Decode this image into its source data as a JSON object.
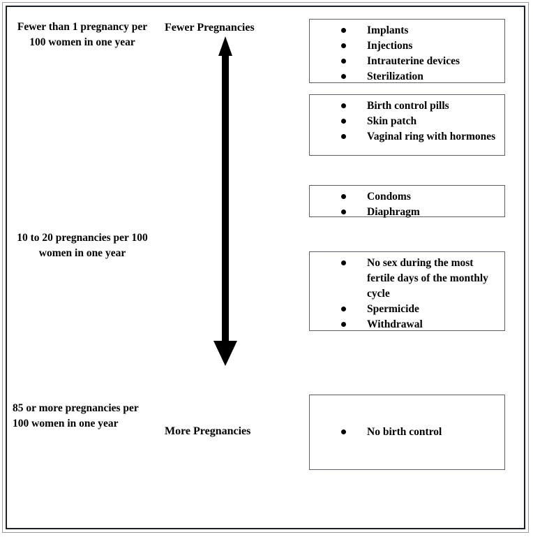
{
  "diagram": {
    "title": "Birth control effectiveness scale",
    "type": "arrow-scale",
    "colors": {
      "frame_outer": "#9a9a9a",
      "frame_inner": "#1b2127",
      "box_border": "#5d6066",
      "arrow": "#000000",
      "text": "#000000",
      "background": "#ffffff"
    }
  },
  "scale": {
    "direction_top_label": "Fewer Pregnancies",
    "direction_bottom_label": "More Pregnancies",
    "arrow": {
      "name": "double-headed-vertical-arrow",
      "head_top": true,
      "head_bottom": true
    }
  },
  "rates": [
    {
      "id": "rate-low",
      "text": "Fewer than 1 pregnancy per 100 women in one year",
      "align": "center"
    },
    {
      "id": "rate-mid",
      "text": "10 to 20 pregnancies per 100 women in one year",
      "align": "center"
    },
    {
      "id": "rate-high",
      "text": "85 or more pregnancies per 100 women in one year",
      "align": "left"
    }
  ],
  "method_groups": [
    {
      "id": "group-most-effective",
      "items": [
        "Implants",
        "Injections",
        "Intrauterine devices",
        "Sterilization"
      ]
    },
    {
      "id": "group-hormonal",
      "items": [
        "Birth control pills",
        "Skin patch",
        "Vaginal ring with hormones"
      ]
    },
    {
      "id": "group-barrier",
      "items": [
        "Condoms",
        "Diaphragm"
      ]
    },
    {
      "id": "group-behavioral",
      "items": [
        "No sex during the most fertile days of the monthly cycle",
        "Spermicide",
        "Withdrawal"
      ]
    },
    {
      "id": "group-none",
      "items": [
        "No birth control"
      ]
    }
  ]
}
